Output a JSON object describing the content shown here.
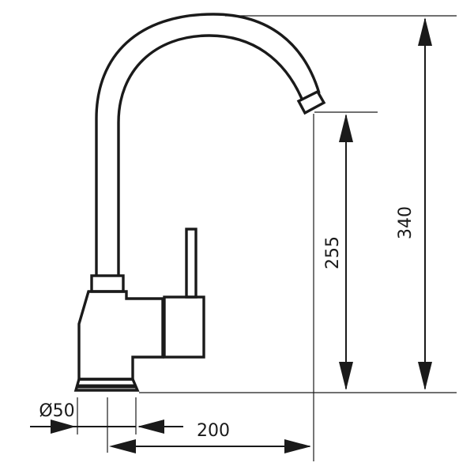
{
  "diagram": {
    "dimensions": {
      "height_total": "340",
      "height_spout": "255",
      "reach": "200",
      "base_diameter": "Ø50"
    },
    "colors": {
      "ink": "#1a1a1a",
      "background": "#ffffff"
    }
  }
}
